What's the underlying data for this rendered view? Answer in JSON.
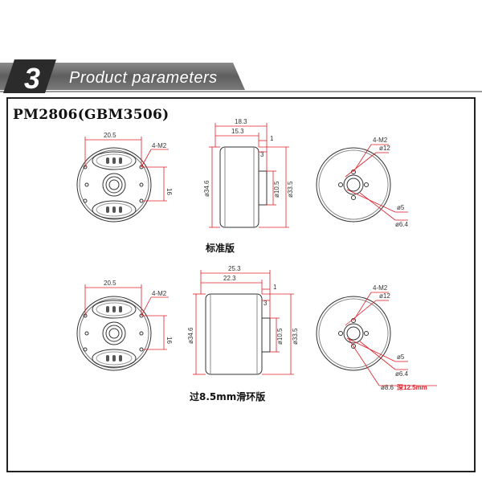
{
  "section": {
    "number": "3",
    "title": "Product parameters",
    "colors": {
      "band": "#6b6b6b",
      "band_light": "#9a9a9a",
      "number_bg": "#2b2b2b",
      "text": "#ffffff"
    }
  },
  "model_title": "PM2806(GBM3506)",
  "dimension_color": "#e0202a",
  "standard": {
    "caption": "标准版",
    "front": {
      "width_dim": "20.5",
      "hole_label": "4-M2",
      "height_dim": "16"
    },
    "side": {
      "overall_length": "18.3",
      "body_length": "15.3",
      "flange_step": "1",
      "shaft_step": "3",
      "body_diameter": "ø34.6",
      "shaft_diameter": "ø10.5",
      "outer_diameter": "ø33.5"
    },
    "back": {
      "hole_label": "4-M2",
      "pcd": "ø12",
      "bore": "ø5",
      "boss": "ø6.4"
    }
  },
  "slip_ring": {
    "caption": "过8.5mm滑环版",
    "front": {
      "width_dim": "20.5",
      "hole_label": "4-M2",
      "height_dim": "16"
    },
    "side": {
      "overall_length": "25.3",
      "body_length": "22.3",
      "flange_step": "1",
      "shaft_step": "3",
      "body_diameter": "ø34.6",
      "shaft_diameter": "ø10.5",
      "outer_diameter": "ø33.5"
    },
    "back": {
      "hole_label": "4-M2",
      "pcd": "ø12",
      "bore": "ø5",
      "boss": "ø6.4",
      "through_hole": "ø8.6",
      "depth_note": "深12.5mm"
    }
  }
}
